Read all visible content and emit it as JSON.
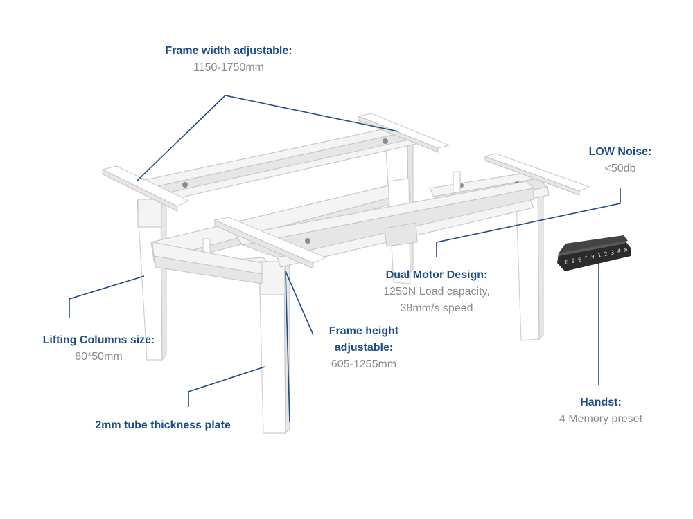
{
  "callouts": {
    "frame_width": {
      "title": "Frame width adjustable:",
      "sub": "1150-1750mm"
    },
    "low_noise": {
      "title": "LOW Noise:",
      "sub": "<50db"
    },
    "dual_motor": {
      "title": "Dual Motor Design:",
      "sub1": "1250N Load capacity,",
      "sub2": "38mm/s speed"
    },
    "lifting_columns": {
      "title": "Lifting Columns size:",
      "sub": "80*50mm"
    },
    "frame_height": {
      "title1": "Frame height",
      "title2": "adjustable:",
      "sub": "605-1255mm"
    },
    "tube_thickness": {
      "title": "2mm tube thickness plate"
    },
    "handset": {
      "title": "Handst:",
      "sub": "4 Memory preset"
    }
  },
  "handset_display": {
    "keys": "6 9 6  ^ v  1 2 3 4 M"
  },
  "colors": {
    "accent": "#1e4d84",
    "subtext": "#8a8a8a",
    "frame": "#f4f4f4",
    "handset": "#2b2b2b"
  }
}
